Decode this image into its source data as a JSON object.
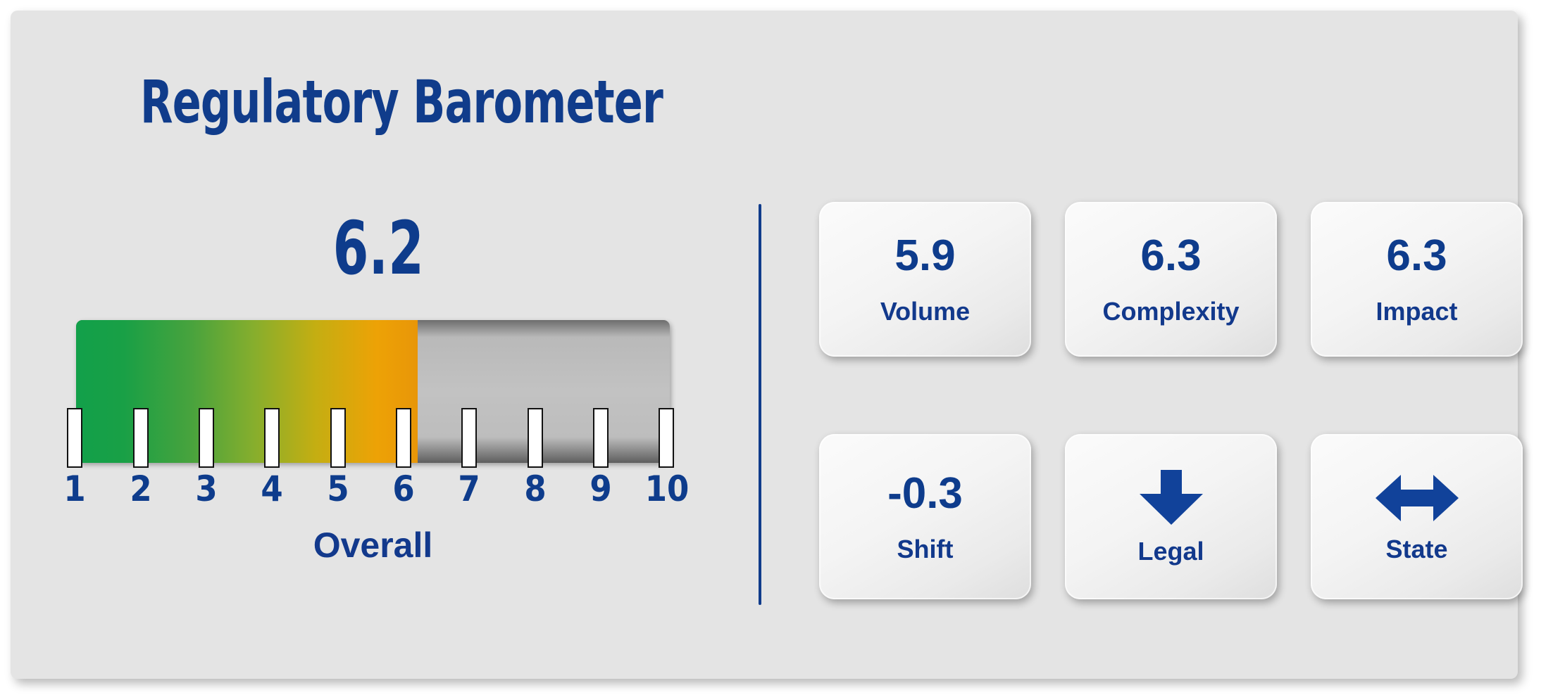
{
  "panel": {
    "background_color": "#e4e4e4",
    "accent_color": "#0e3c8c"
  },
  "header": {
    "title": "Regulatory Barometer"
  },
  "gauge": {
    "value_label": "6.2",
    "caption": "Overall",
    "min": 1,
    "max": 10,
    "value": 6.2,
    "tick_labels": [
      "1",
      "2",
      "3",
      "4",
      "5",
      "6",
      "7",
      "8",
      "9",
      "10"
    ],
    "fill_start_color": "#12a04a",
    "fill_end_color": "#e89608",
    "track_color": "#c2c2c2"
  },
  "metrics": {
    "top_row": [
      {
        "value": "5.9",
        "label": "Volume",
        "icon": ""
      },
      {
        "value": "6.3",
        "label": "Complexity",
        "icon": ""
      },
      {
        "value": "6.3",
        "label": "Impact",
        "icon": ""
      }
    ],
    "bottom_row": [
      {
        "value": "-0.3",
        "label": "Shift",
        "icon": ""
      },
      {
        "value": "",
        "label": "Legal",
        "icon": "arrow-down-icon"
      },
      {
        "value": "",
        "label": "State",
        "icon": "arrow-left-right-icon"
      }
    ]
  },
  "chart_data": {
    "type": "bar",
    "title": "Regulatory Barometer",
    "subtitle": "",
    "xlabel": "Overall",
    "ylabel": "",
    "categories": [
      "Overall",
      "Volume",
      "Complexity",
      "Impact",
      "Shift"
    ],
    "values": [
      6.2,
      5.9,
      6.3,
      6.3,
      -0.3
    ],
    "gauge_scale_ticks": [
      1,
      2,
      3,
      4,
      5,
      6,
      7,
      8,
      9,
      10
    ],
    "xlim": [
      1,
      10
    ],
    "grid": false,
    "legend": "none",
    "annotations": [
      {
        "label": "Legal",
        "direction": "down"
      },
      {
        "label": "State",
        "direction": "left-right"
      }
    ]
  }
}
